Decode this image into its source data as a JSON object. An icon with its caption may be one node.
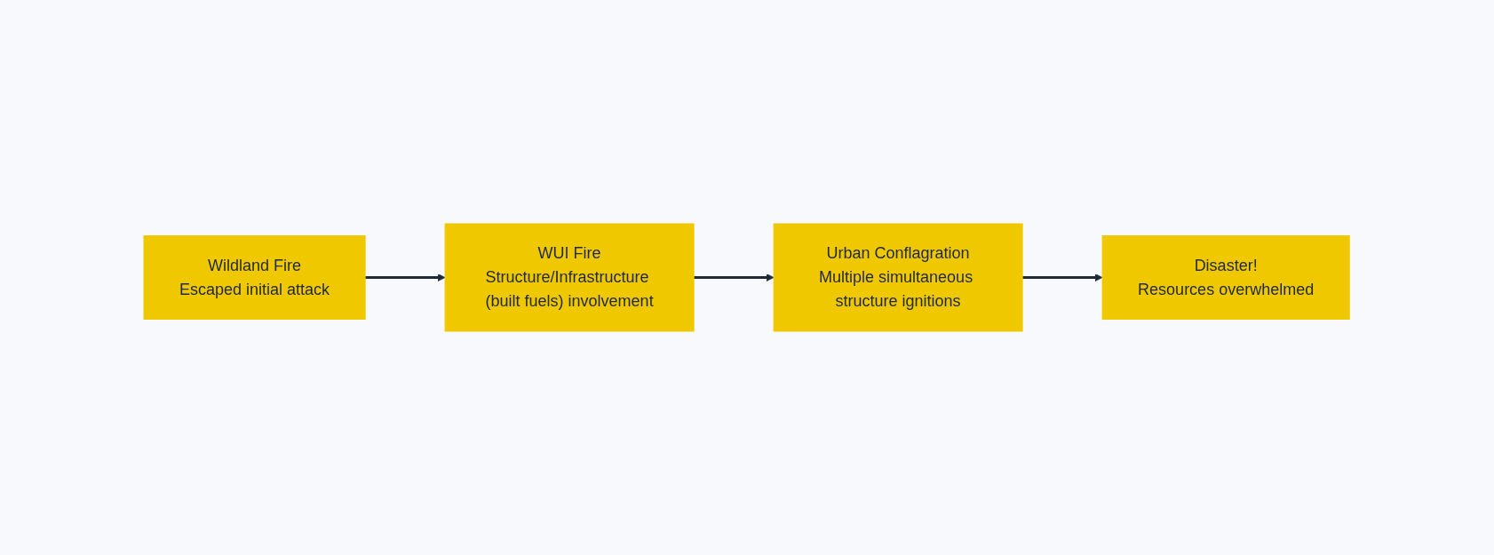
{
  "diagram": {
    "nodes": [
      {
        "text": [
          "Wildland Fire",
          "Escaped initial attack"
        ]
      },
      {
        "text": [
          "WUI Fire",
          "Structure/Infrastructure (built fuels) involvement"
        ]
      },
      {
        "text": [
          "Urban Conflagration",
          "Multiple simultaneous structure ignitions"
        ]
      },
      {
        "text": [
          "Disaster!",
          "Resources overwhelmed"
        ]
      }
    ],
    "edges": [
      {
        "from": 0,
        "to": 1,
        "arrow": "to"
      },
      {
        "from": 1,
        "to": 2,
        "arrow": "to"
      },
      {
        "from": 2,
        "to": 3,
        "arrow": "to"
      }
    ]
  }
}
